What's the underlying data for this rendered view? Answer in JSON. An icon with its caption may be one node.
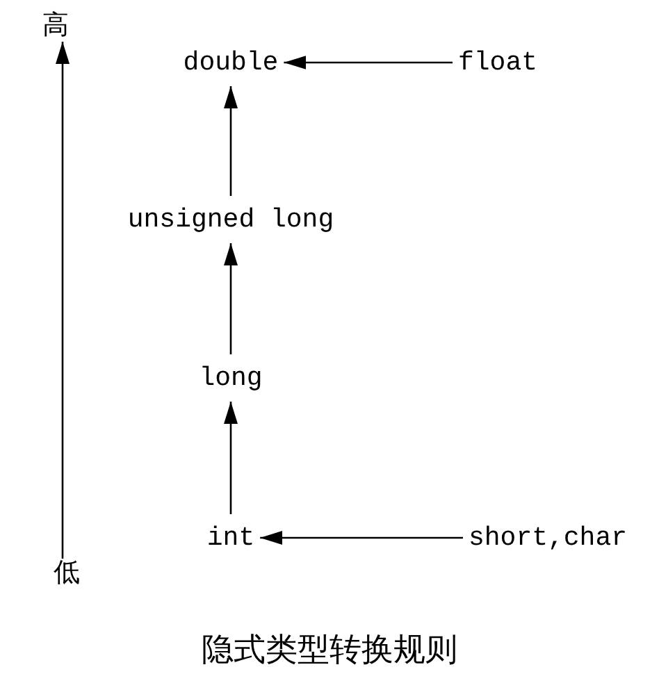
{
  "diagram": {
    "caption": "隐式类型转换规则",
    "nodes": [
      {
        "text": [
          "double"
        ]
      },
      {
        "text": [
          "float"
        ]
      },
      {
        "text": [
          "unsigned long"
        ]
      },
      {
        "text": [
          "long"
        ]
      },
      {
        "text": [
          "int"
        ]
      },
      {
        "text": [
          "short,char"
        ]
      }
    ],
    "edges": [
      {
        "from": 1,
        "to": 0,
        "arrow": "to"
      },
      {
        "from": 2,
        "to": 0,
        "arrow": "to"
      },
      {
        "from": 3,
        "to": 2,
        "arrow": "to"
      },
      {
        "from": 4,
        "to": 3,
        "arrow": "to"
      },
      {
        "from": 5,
        "to": 4,
        "arrow": "to"
      }
    ],
    "labels": [
      "高",
      "低"
    ]
  }
}
